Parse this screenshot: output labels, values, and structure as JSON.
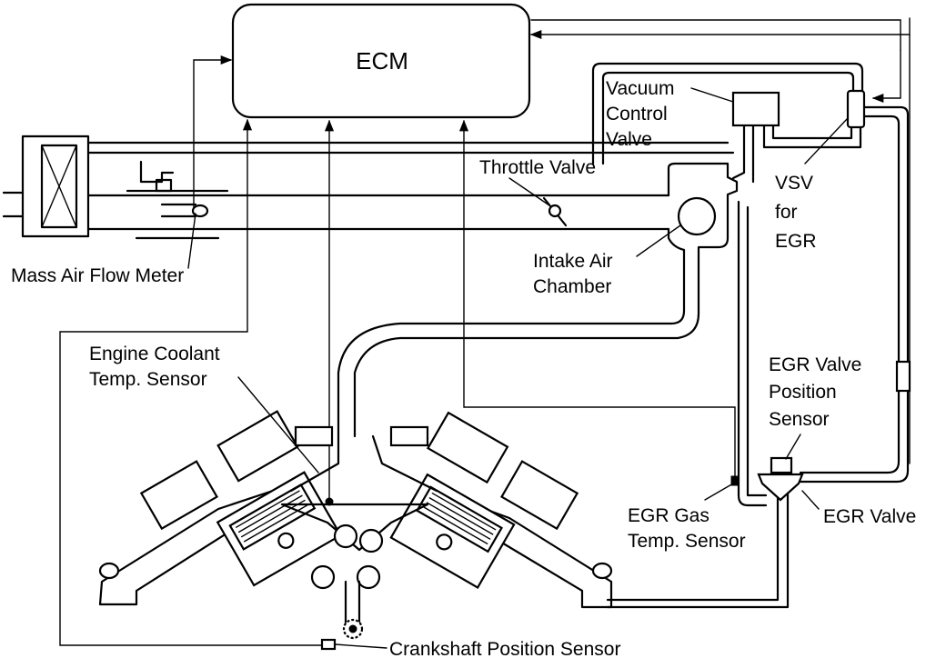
{
  "labels": {
    "ecm": "ECM",
    "mass_air_flow_meter": "Mass Air Flow Meter",
    "vacuum_control_valve": [
      "Vacuum",
      "Control",
      "Valve"
    ],
    "throttle_valve": "Throttle Valve",
    "vsv_for_egr": [
      "VSV",
      "for",
      "EGR"
    ],
    "intake_air_chamber": [
      "Intake Air",
      "Chamber"
    ],
    "engine_coolant_temp_sensor": [
      "Engine Coolant",
      "Temp. Sensor"
    ],
    "egr_valve_position_sensor": [
      "EGR Valve",
      "Position",
      "Sensor"
    ],
    "egr_gas_temp_sensor": [
      "EGR Gas",
      "Temp. Sensor"
    ],
    "egr_valve": "EGR Valve",
    "crankshaft_position_sensor": "Crankshaft Position Sensor"
  },
  "colors": {
    "line": "#000000",
    "background": "#ffffff"
  }
}
